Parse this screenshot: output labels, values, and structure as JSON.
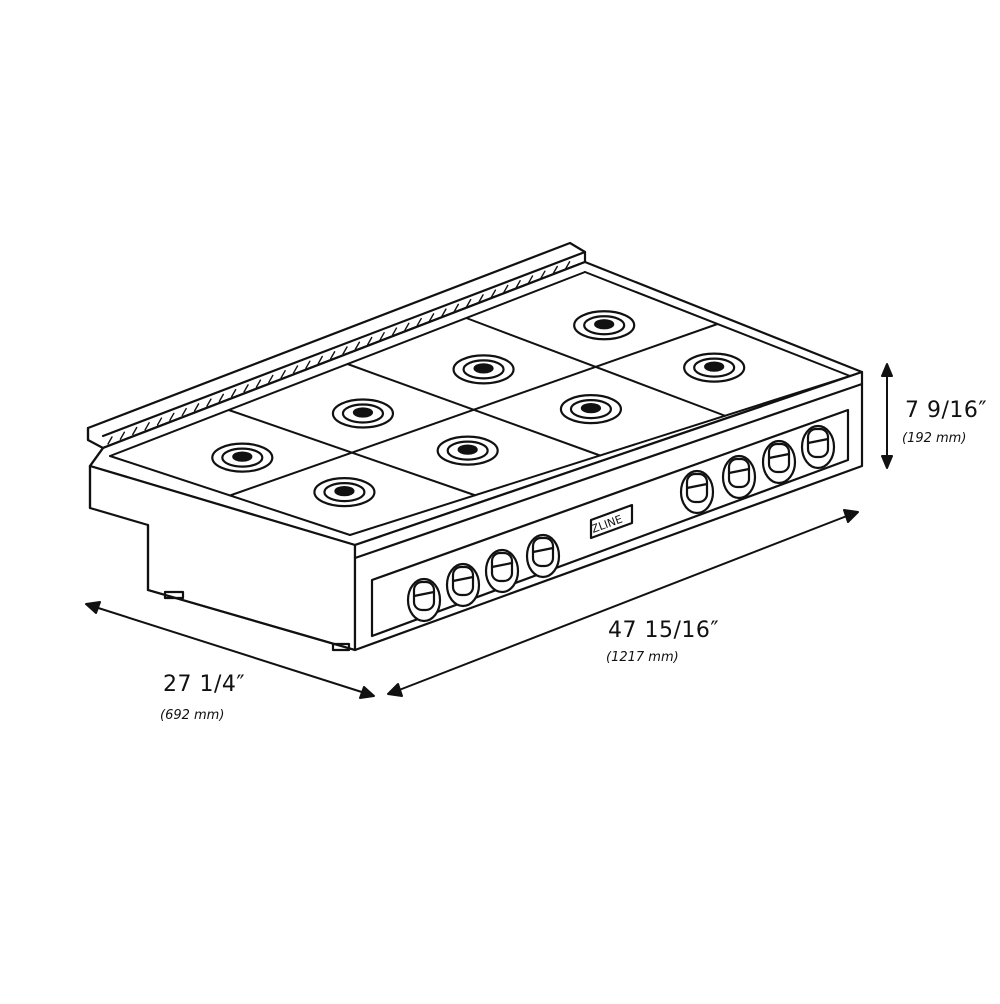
{
  "brand": {
    "logo_text": "ZLINE"
  },
  "dimensions": {
    "depth": {
      "imperial": "27 1/4″",
      "metric": "(692 mm)"
    },
    "width": {
      "imperial": "47 15/16″",
      "metric": "(1217 mm)"
    },
    "height": {
      "imperial": "7 9/16″",
      "metric": "(192 mm)"
    }
  },
  "product": {
    "burner_count": 8,
    "knob_count": 8
  },
  "colors": {
    "line": "#111111",
    "background": "#ffffff"
  }
}
